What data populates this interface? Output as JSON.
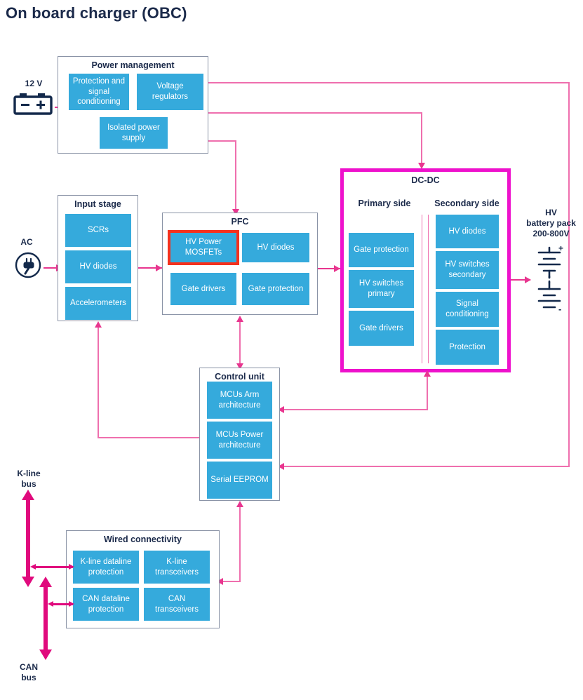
{
  "title": "On board charger (OBC)",
  "colors": {
    "block_blue": "#35aadc",
    "accent_magenta": "#ee11cc",
    "connector_pink": "#e8368f",
    "highlight_red": "#f5311d",
    "text_navy": "#1b2a4a",
    "group_border": "#8a93a6"
  },
  "ports": {
    "dc_input": {
      "label": "12 V",
      "icon": "car-battery-icon"
    },
    "ac_input": {
      "label": "AC",
      "icon": "ac-plug-icon"
    },
    "hv_output": {
      "label": "HV\nbattery pack\n200-800V",
      "line1": "HV",
      "line2": "battery pack",
      "line3": "200-800V",
      "icon": "battery-cells-icon"
    },
    "kline_bus": {
      "line1": "K-line",
      "line2": "bus"
    },
    "can_bus": {
      "line1": "CAN",
      "line2": "bus"
    }
  },
  "groups": {
    "power_management": {
      "title": "Power management",
      "blocks": [
        {
          "label": "Protection and signal conditioning",
          "highlight": false
        },
        {
          "label": "Voltage regulators",
          "highlight": false
        },
        {
          "label": "Isolated power supply",
          "highlight": false
        }
      ]
    },
    "input_stage": {
      "title": "Input stage",
      "blocks": [
        {
          "label": "SCRs",
          "highlight": false
        },
        {
          "label": "HV diodes",
          "highlight": false
        },
        {
          "label": "Accelerometers",
          "highlight": false
        }
      ]
    },
    "pfc": {
      "title": "PFC",
      "blocks": [
        {
          "label": "HV Power MOSFETs",
          "highlight": true
        },
        {
          "label": "HV diodes",
          "highlight": false
        },
        {
          "label": "Gate drivers",
          "highlight": false
        },
        {
          "label": "Gate protection",
          "highlight": false
        }
      ]
    },
    "dcdc": {
      "title": "DC-DC",
      "primary_title": "Primary side",
      "secondary_title": "Secondary side",
      "primary_blocks": [
        {
          "label": "Gate protection",
          "highlight": false
        },
        {
          "label": "HV switches primary",
          "highlight": false
        },
        {
          "label": "Gate drivers",
          "highlight": false
        }
      ],
      "secondary_blocks": [
        {
          "label": "HV diodes",
          "highlight": false
        },
        {
          "label": "HV switches secondary",
          "highlight": false
        },
        {
          "label": "Signal conditioning",
          "highlight": false
        },
        {
          "label": "Protection",
          "highlight": false
        }
      ]
    },
    "control_unit": {
      "title": "Control unit",
      "blocks": [
        {
          "label": "MCUs Arm architecture",
          "highlight": false
        },
        {
          "label": "MCUs Power architecture",
          "highlight": false
        },
        {
          "label": "Serial EEPROM",
          "highlight": false
        }
      ]
    },
    "wired_connectivity": {
      "title": "Wired connectivity",
      "blocks": [
        {
          "label": "K-line dataline protection",
          "highlight": false
        },
        {
          "label": "K-line transceivers",
          "highlight": false
        },
        {
          "label": "CAN dataline protection",
          "highlight": false
        },
        {
          "label": "CAN transceivers",
          "highlight": false
        }
      ]
    }
  }
}
